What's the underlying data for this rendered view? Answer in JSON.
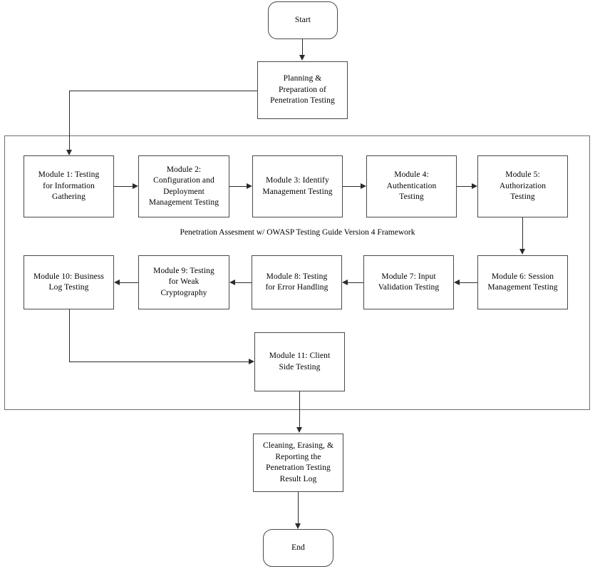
{
  "diagram": {
    "title_caption": "Penetration Assesment w/ OWASP Testing Guide Version 4 Framework",
    "nodes": {
      "start": "Start",
      "planning": "Planning &\nPreparation of\nPenetration Testing",
      "module1": "Module 1: Testing\nfor Information\nGathering",
      "module2": "Module 2:\nConfiguration and\nDeployment\nManagement Testing",
      "module3": "Module 3: Identify\nManagement Testing",
      "module4": "Module 4:\nAuthentication\nTesting",
      "module5": "Module 5:\nAuthorization\nTesting",
      "module6": "Module 6: Session\nManagement Testing",
      "module7": "Module 7: Input\nValidation Testing",
      "module8": "Module 8: Testing\nfor Error Handling",
      "module9": "Module 9: Testing\nfor Weak\nCryptography",
      "module10": "Module 10: Business\nLog Testing",
      "module11": "Module 11: Client\nSide Testing",
      "cleaning": "Cleaning, Erasing, &\nReporting the\nPenetration Testing\nResult Log",
      "end": "End"
    },
    "colors": {
      "node_border": "#4a4a4a",
      "group_border": "#6e6e6e",
      "connector": "#2b2b2b",
      "background": "#ffffff",
      "text": "#000000"
    }
  }
}
